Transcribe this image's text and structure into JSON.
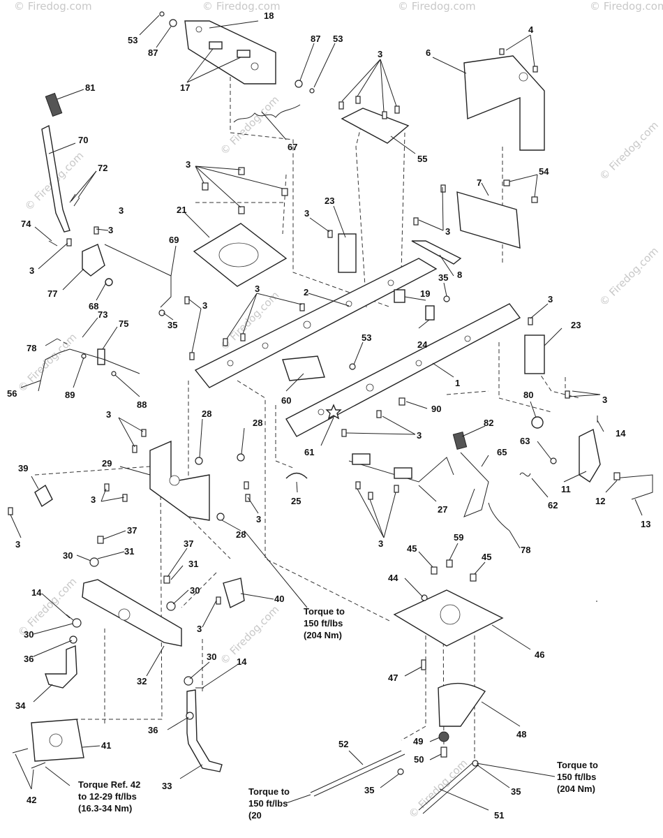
{
  "watermarks": [
    "© Firedog.com",
    "© Firedog.com",
    "© Firedog.com",
    "© Firedog.com",
    "© Firedog.com",
    "© Firedog.com",
    "© Firedog.com",
    "© Firedog.com",
    "© Firedog.com",
    "© Firedog.com",
    "© Firedog.com",
    "© Firedog.com",
    "© Firedog.com"
  ],
  "labels": {
    "l53a": "53",
    "l87a": "87",
    "l18": "18",
    "l87b": "87",
    "l53b": "53",
    "l17": "17",
    "l4": "4",
    "l6": "6",
    "l3a": "3",
    "l55": "55",
    "l81": "81",
    "l70": "70",
    "l67": "67",
    "l72": "72",
    "l3b": "3",
    "l23a": "23",
    "l3c": "3",
    "l54": "54",
    "l7": "7",
    "l3d": "3",
    "l74": "74",
    "l3e": "3",
    "l21": "21",
    "l3f": "3",
    "l69": "69",
    "l3g": "3",
    "l77": "77",
    "l68": "68",
    "l8": "8",
    "l2": "2",
    "l35a": "35",
    "l3h": "3",
    "l19": "19",
    "l3i": "3",
    "l73": "73",
    "l75": "75",
    "l35b": "35",
    "l3j": "3",
    "l24": "24",
    "l23b": "23",
    "l78a": "78",
    "l53c": "53",
    "l56": "56",
    "l89": "89",
    "l88": "88",
    "l60": "60",
    "l1": "1",
    "l90": "90",
    "l80": "80",
    "l3k": "3",
    "l14a": "14",
    "l3l": "3",
    "l61": "61",
    "l3m": "3",
    "l82": "82",
    "l28a": "28",
    "l28b": "28",
    "l63": "63",
    "l39": "39",
    "l29": "29",
    "l65": "65",
    "l3n": "3",
    "l25": "25",
    "l27": "27",
    "l11": "11",
    "l12": "12",
    "l3o": "3",
    "l3p": "3",
    "l62": "62",
    "l13": "13",
    "l3q": "3",
    "l28c": "28",
    "l37a": "37",
    "l3r": "3",
    "l78b": "78",
    "l31a": "31",
    "l37b": "37",
    "l45a": "45",
    "l59": "59",
    "l45b": "45",
    "l30a": "30",
    "l31b": "31",
    "l44": "44",
    "l14b": "14",
    "l30b": "30",
    "l40": "40",
    "l30c": "30",
    "l3s": "3",
    "l46": "46",
    "l36a": "36",
    "l32": "32",
    "l47": "47",
    "l30d": "30",
    "l14c": "14",
    "l34": "34",
    "l36b": "36",
    "l48": "48",
    "l41": "41",
    "l49": "49",
    "l52": "52",
    "l50": "50",
    "l42": "42",
    "l33": "33",
    "l35c": "35",
    "l35d": "35",
    "l51": "51"
  },
  "notes": {
    "torque_150_center": [
      "Torque to",
      "150 ft/lbs",
      "(204 Nm)"
    ],
    "torque_ref_42": [
      "Torque Ref. 42",
      "to 12-29 ft/lbs",
      "(16.3-34 Nm)"
    ],
    "torque_150_bottom": [
      "Torque to",
      "150 ft/lbs",
      "(20"
    ],
    "torque_150_right": [
      "Torque to",
      "150 ft/lbs",
      "(204 Nm)"
    ]
  },
  "colors": {
    "line": "#222222",
    "watermark": "#c8c8c8",
    "background": "#ffffff"
  }
}
